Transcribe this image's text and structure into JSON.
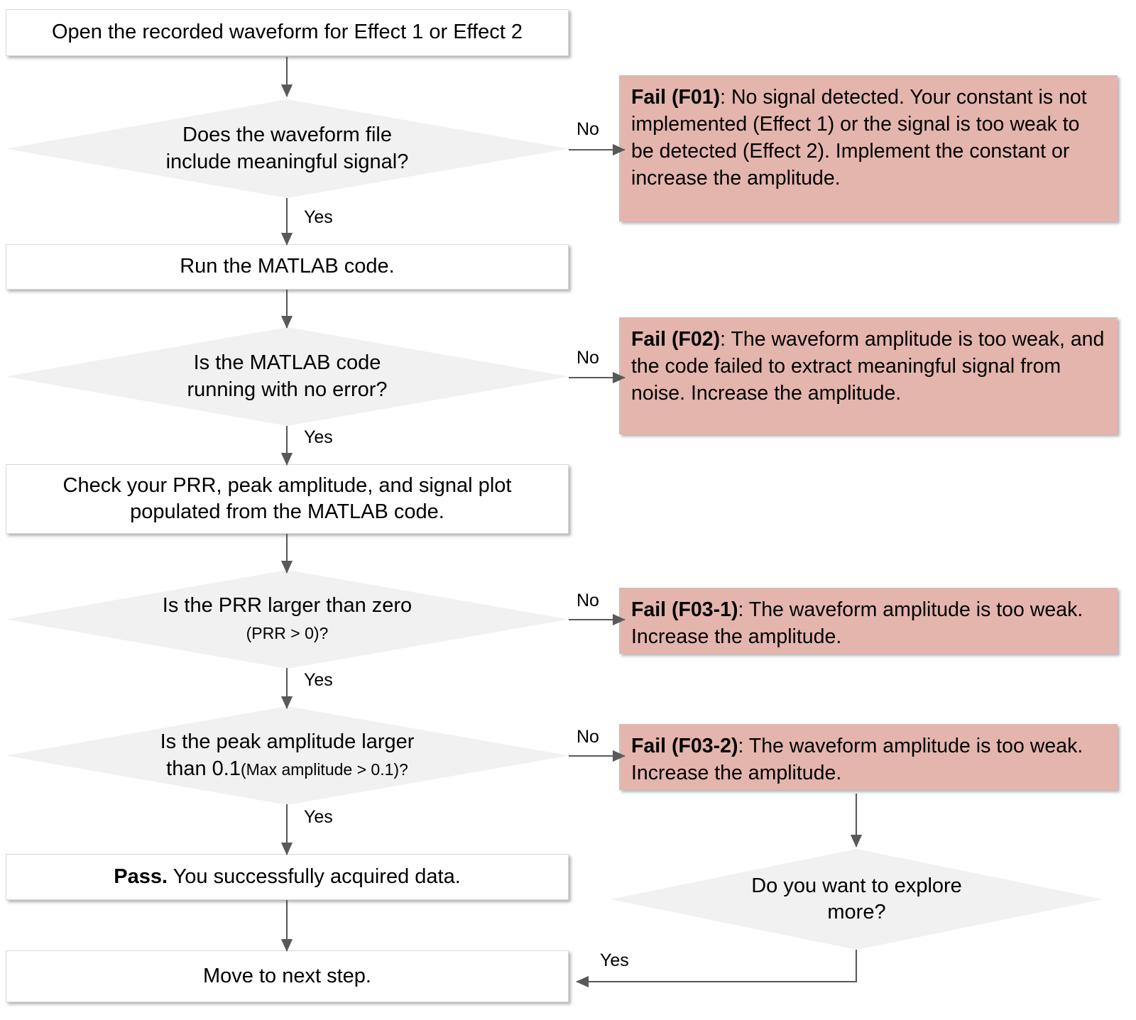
{
  "diagram": {
    "title": "Waveform data acquisition troubleshooting flowchart",
    "colors": {
      "fail_box": "#e4b5ad",
      "decision_fill": "#f1f1f1",
      "process_fill": "#ffffff",
      "connector": "#595959",
      "text": "#000000"
    }
  },
  "nodes": {
    "start": {
      "label": "Open the recorded waveform for Effect 1 or Effect 2"
    },
    "d1": {
      "label": "Does the waveform file\ninclude meaningful signal?",
      "line1": "Does the waveform file",
      "line2": "include meaningful signal?"
    },
    "f01": {
      "tag": "Fail (F01)",
      "sep": ": ",
      "body": "No signal detected. Your constant is not implemented (Effect 1) or the signal is too weak to be detected (Effect 2). Implement the constant or increase the amplitude."
    },
    "p1": {
      "label": "Run the MATLAB code."
    },
    "d2": {
      "line1": "Is the MATLAB code",
      "line2": "running with no error?"
    },
    "f02": {
      "tag": "Fail (F02)",
      "sep": ": ",
      "body": "The waveform amplitude is too weak, and the code failed to extract meaningful signal from noise. Increase the amplitude."
    },
    "p2": {
      "line1": "Check your PRR, peak amplitude, and signal plot",
      "line2": "populated from the MATLAB code."
    },
    "d3": {
      "line1": "Is the PRR  larger than zero",
      "line2_small": "(PRR > 0)?"
    },
    "f031": {
      "tag": "Fail (F03-1)",
      "sep": ": ",
      "body": "The waveform amplitude is too weak. Increase the amplitude."
    },
    "d4": {
      "line1": "Is the peak amplitude larger",
      "line2_a": "than 0.1",
      "line2_small": "(Max amplitude > 0.1)?"
    },
    "f032": {
      "tag": "Fail (F03-2)",
      "sep": ": ",
      "body": "The waveform amplitude is too weak. Increase the amplitude."
    },
    "pass": {
      "tag": "Pass.",
      "sep": " ",
      "body": "You successfully acquired data."
    },
    "d5": {
      "line1": "Do you want to explore",
      "line2": "more?"
    },
    "next": {
      "label": "Move to next step."
    }
  },
  "edges": {
    "d1_no": "No",
    "d1_yes": "Yes",
    "d2_no": "No",
    "d2_yes": "Yes",
    "d3_no": "No",
    "d3_yes": "Yes",
    "d4_no": "No",
    "d4_yes": "Yes",
    "d5_yes": "Yes"
  }
}
